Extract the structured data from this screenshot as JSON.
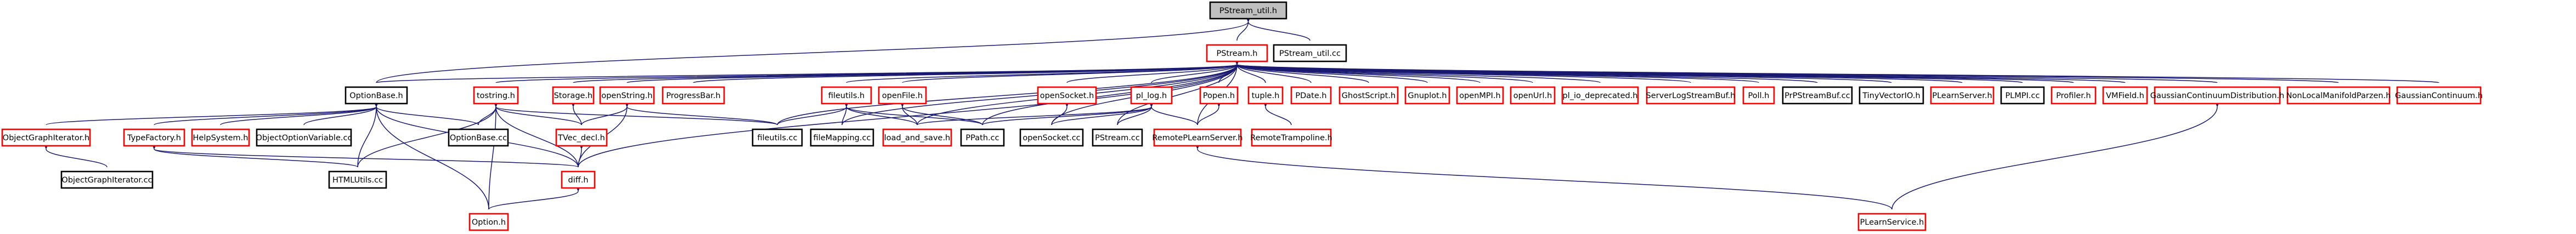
{
  "diagram": {
    "colors": {
      "root_fill": "#bfbfbf",
      "root_stroke": "#000000",
      "file_stroke_red": "#ff0000",
      "file_stroke_black": "#000000",
      "edge": "#191970"
    },
    "nodes": [
      {
        "id": "pstream_util_h",
        "label": "PStream_util.h",
        "kind": "root"
      },
      {
        "id": "pstream_h",
        "label": "PStream.h",
        "kind": "red"
      },
      {
        "id": "pstream_util_cc",
        "label": "PStream_util.cc",
        "kind": "black"
      },
      {
        "id": "optionbase_h",
        "label": "OptionBase.h",
        "kind": "black"
      },
      {
        "id": "tostring_h",
        "label": "tostring.h",
        "kind": "red"
      },
      {
        "id": "storage_h",
        "label": "Storage.h",
        "kind": "red"
      },
      {
        "id": "openstring_h",
        "label": "openString.h",
        "kind": "red"
      },
      {
        "id": "progressbar_h",
        "label": "ProgressBar.h",
        "kind": "red"
      },
      {
        "id": "vmatutils_h",
        "label": "fileutils.h",
        "kind": "red"
      },
      {
        "id": "openfile_h",
        "label": "openFile.h",
        "kind": "red"
      },
      {
        "id": "opensocket_h",
        "label": "openSocket.h",
        "kind": "red"
      },
      {
        "id": "pl_log_h",
        "label": "pl_log.h",
        "kind": "red"
      },
      {
        "id": "popen_h",
        "label": "Popen.h",
        "kind": "red"
      },
      {
        "id": "tuple_h",
        "label": "tuple.h",
        "kind": "red"
      },
      {
        "id": "pdate_h",
        "label": "PDate.h",
        "kind": "red"
      },
      {
        "id": "ghostscript_h",
        "label": "GhostScript.h",
        "kind": "red"
      },
      {
        "id": "gnuplot_h",
        "label": "Gnuplot.h",
        "kind": "red"
      },
      {
        "id": "openmpi_h",
        "label": "openMPI.h",
        "kind": "red"
      },
      {
        "id": "openurl_h",
        "label": "openUrl.h",
        "kind": "red"
      },
      {
        "id": "pl_io_deprecated_h",
        "label": "pl_io_deprecated.h",
        "kind": "red"
      },
      {
        "id": "serverlogstreambuf_h",
        "label": "ServerLogStreamBuf.h",
        "kind": "red"
      },
      {
        "id": "poll_h",
        "label": "Poll.h",
        "kind": "red"
      },
      {
        "id": "prpstreambuf_cc",
        "label": "PrPStreamBuf.cc",
        "kind": "black"
      },
      {
        "id": "tinyvector_h",
        "label": "TinyVectorIO.h",
        "kind": "black"
      },
      {
        "id": "plearnserver_h",
        "label": "PLearnServer.h",
        "kind": "red"
      },
      {
        "id": "plmpi_cc",
        "label": "PLMPI.cc",
        "kind": "black"
      },
      {
        "id": "profiler_h",
        "label": "Profiler.h",
        "kind": "red"
      },
      {
        "id": "vmfield_h",
        "label": "VMField.h",
        "kind": "red"
      },
      {
        "id": "gcd_h",
        "label": "GaussianContinuumDistribution.h",
        "kind": "red"
      },
      {
        "id": "nllmp_h",
        "label": "NonLocalManifoldParzen.h",
        "kind": "red"
      },
      {
        "id": "gc_h",
        "label": "GaussianContinuum.h",
        "kind": "red"
      },
      {
        "id": "objectgraphiterator_h",
        "label": "ObjectGraphIterator.h",
        "kind": "red"
      },
      {
        "id": "typefactory_h",
        "label": "TypeFactory.h",
        "kind": "red"
      },
      {
        "id": "helpsystem_h",
        "label": "HelpSystem.h",
        "kind": "red"
      },
      {
        "id": "objectoptionvariable_cc",
        "label": "ObjectOptionVariable.cc",
        "kind": "black"
      },
      {
        "id": "optionbase_cc",
        "label": "OptionBase.cc",
        "kind": "black"
      },
      {
        "id": "tvec_decl_h",
        "label": "TVec_decl.h",
        "kind": "red"
      },
      {
        "id": "vmatutils_cc",
        "label": "fileutils.cc",
        "kind": "black"
      },
      {
        "id": "filemapping_cc",
        "label": "fileMapping.cc",
        "kind": "black"
      },
      {
        "id": "load_and_save_h",
        "label": "load_and_save.h",
        "kind": "red"
      },
      {
        "id": "ppath_cc",
        "label": "PPath.cc",
        "kind": "black"
      },
      {
        "id": "opensocket_cc",
        "label": "openSocket.cc",
        "kind": "black"
      },
      {
        "id": "pstream_cc",
        "label": "PStream.cc",
        "kind": "black"
      },
      {
        "id": "remoteplearnserver_h",
        "label": "RemotePLearnServer.h",
        "kind": "red"
      },
      {
        "id": "remotetrampoline_h",
        "label": "RemoteTrampoline.h",
        "kind": "red"
      },
      {
        "id": "objectgraphiterator_cc",
        "label": "ObjectGraphIterator.cc",
        "kind": "black"
      },
      {
        "id": "htmlutils_cc",
        "label": "HTMLUtils.cc",
        "kind": "black"
      },
      {
        "id": "diff_h",
        "label": "diff.h",
        "kind": "red"
      },
      {
        "id": "plearnservice_h",
        "label": "PLearnService.h",
        "kind": "red"
      },
      {
        "id": "option_h",
        "label": "Option.h",
        "kind": "red"
      }
    ],
    "edges": [
      [
        "pstream_util_h",
        "pstream_h"
      ],
      [
        "pstream_util_h",
        "pstream_util_cc"
      ],
      [
        "pstream_util_h",
        "optionbase_h"
      ],
      [
        "pstream_h",
        "optionbase_h"
      ],
      [
        "pstream_h",
        "tostring_h"
      ],
      [
        "pstream_h",
        "storage_h"
      ],
      [
        "pstream_h",
        "openstring_h"
      ],
      [
        "pstream_h",
        "progressbar_h"
      ],
      [
        "pstream_h",
        "vmatutils_h"
      ],
      [
        "pstream_h",
        "openfile_h"
      ],
      [
        "pstream_h",
        "opensocket_h"
      ],
      [
        "pstream_h",
        "pl_log_h"
      ],
      [
        "pstream_h",
        "popen_h"
      ],
      [
        "pstream_h",
        "tuple_h"
      ],
      [
        "pstream_h",
        "pdate_h"
      ],
      [
        "pstream_h",
        "ghostscript_h"
      ],
      [
        "pstream_h",
        "gnuplot_h"
      ],
      [
        "pstream_h",
        "openmpi_h"
      ],
      [
        "pstream_h",
        "openurl_h"
      ],
      [
        "pstream_h",
        "pl_io_deprecated_h"
      ],
      [
        "pstream_h",
        "serverlogstreambuf_h"
      ],
      [
        "pstream_h",
        "poll_h"
      ],
      [
        "pstream_h",
        "prpstreambuf_cc"
      ],
      [
        "pstream_h",
        "tinyvector_h"
      ],
      [
        "pstream_h",
        "plearnserver_h"
      ],
      [
        "pstream_h",
        "plmpi_cc"
      ],
      [
        "pstream_h",
        "profiler_h"
      ],
      [
        "pstream_h",
        "vmfield_h"
      ],
      [
        "pstream_h",
        "gcd_h"
      ],
      [
        "pstream_h",
        "nllmp_h"
      ],
      [
        "pstream_h",
        "gc_h"
      ],
      [
        "pstream_h",
        "vmatutils_cc"
      ],
      [
        "pstream_h",
        "filemapping_cc"
      ],
      [
        "pstream_h",
        "load_and_save_h"
      ],
      [
        "pstream_h",
        "ppath_cc"
      ],
      [
        "pstream_h",
        "opensocket_cc"
      ],
      [
        "pstream_h",
        "pstream_cc"
      ],
      [
        "pstream_h",
        "remoteplearnserver_h"
      ],
      [
        "pstream_h",
        "diff_h"
      ],
      [
        "optionbase_h",
        "objectgraphiterator_h"
      ],
      [
        "optionbase_h",
        "typefactory_h"
      ],
      [
        "optionbase_h",
        "helpsystem_h"
      ],
      [
        "optionbase_h",
        "objectoptionvariable_cc"
      ],
      [
        "optionbase_h",
        "optionbase_cc"
      ],
      [
        "optionbase_h",
        "htmlutils_cc"
      ],
      [
        "optionbase_h",
        "diff_h"
      ],
      [
        "optionbase_h",
        "option_h"
      ],
      [
        "objectgraphiterator_h",
        "objectgraphiterator_cc"
      ],
      [
        "typefactory_h",
        "htmlutils_cc"
      ],
      [
        "typefactory_h",
        "diff_h"
      ],
      [
        "tostring_h",
        "optionbase_cc"
      ],
      [
        "tostring_h",
        "tvec_decl_h"
      ],
      [
        "tostring_h",
        "vmatutils_cc"
      ],
      [
        "tostring_h",
        "htmlutils_cc"
      ],
      [
        "tostring_h",
        "diff_h"
      ],
      [
        "tostring_h",
        "option_h"
      ],
      [
        "storage_h",
        "tvec_decl_h"
      ],
      [
        "openstring_h",
        "tvec_decl_h"
      ],
      [
        "openstring_h",
        "vmatutils_cc"
      ],
      [
        "openstring_h",
        "diff_h"
      ],
      [
        "tvec_decl_h",
        "diff_h"
      ],
      [
        "diff_h",
        "option_h"
      ],
      [
        "vmatutils_h",
        "vmatutils_cc"
      ],
      [
        "vmatutils_h",
        "filemapping_cc"
      ],
      [
        "vmatutils_h",
        "load_and_save_h"
      ],
      [
        "vmatutils_h",
        "ppath_cc"
      ],
      [
        "openfile_h",
        "load_and_save_h"
      ],
      [
        "openfile_h",
        "ppath_cc"
      ],
      [
        "opensocket_h",
        "opensocket_cc"
      ],
      [
        "pl_log_h",
        "ppath_cc"
      ],
      [
        "pl_log_h",
        "opensocket_cc"
      ],
      [
        "pl_log_h",
        "pstream_cc"
      ],
      [
        "pl_log_h",
        "remoteplearnserver_h"
      ],
      [
        "pl_log_h",
        "load_and_save_h"
      ],
      [
        "popen_h",
        "remoteplearnserver_h"
      ],
      [
        "tuple_h",
        "remotetrampoline_h"
      ],
      [
        "remoteplearnserver_h",
        "plearnservice_h"
      ],
      [
        "gcd_h",
        "plearnservice_h"
      ]
    ]
  }
}
